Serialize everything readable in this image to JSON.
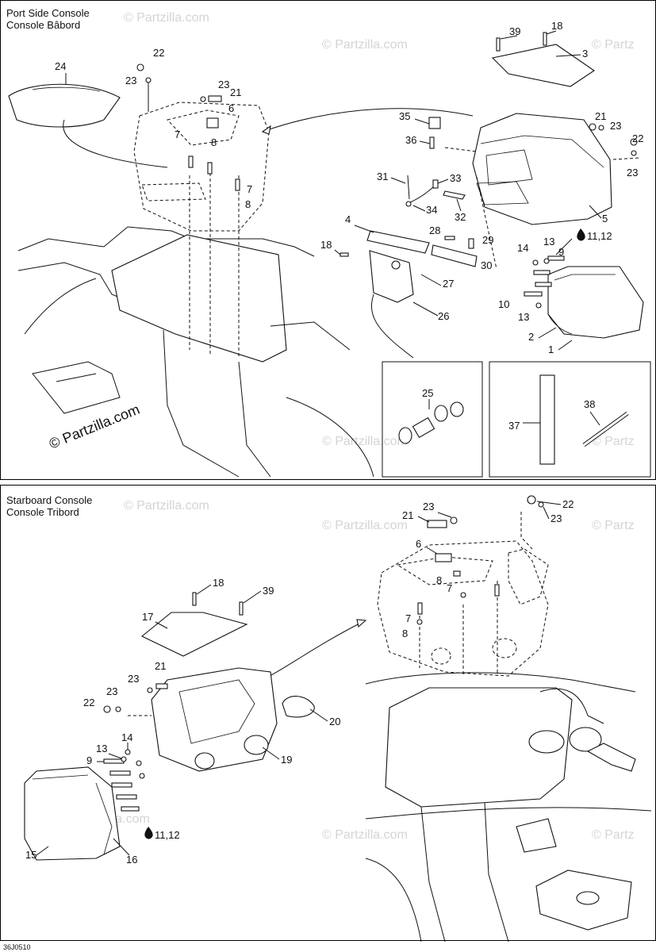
{
  "top_panel": {
    "title_en": "Port Side Console",
    "title_fr": "Console Bâbord",
    "labels": [
      "39",
      "18",
      "3",
      "22",
      "23",
      "24",
      "23",
      "21",
      "6",
      "7",
      "8",
      "7",
      "8",
      "35",
      "36",
      "21",
      "23",
      "22",
      "23",
      "5",
      "31",
      "33",
      "34",
      "32",
      "4",
      "28",
      "29",
      "30",
      "18",
      "27",
      "26",
      "14",
      "13",
      "9",
      "11,12",
      "10",
      "13",
      "2",
      "1",
      "25",
      "37",
      "38"
    ]
  },
  "bottom_panel": {
    "title_en": "Starboard Console",
    "title_fr": "Console Tribord",
    "labels": [
      "23",
      "22",
      "21",
      "23",
      "6",
      "8",
      "7",
      "7",
      "8",
      "18",
      "39",
      "17",
      "21",
      "23",
      "23",
      "22",
      "20",
      "19",
      "14",
      "13",
      "9",
      "11,12",
      "15",
      "16"
    ]
  },
  "watermark": "© Partzilla.com",
  "figure_code": "36J0510",
  "icons": [
    "oil-drop-icon"
  ]
}
